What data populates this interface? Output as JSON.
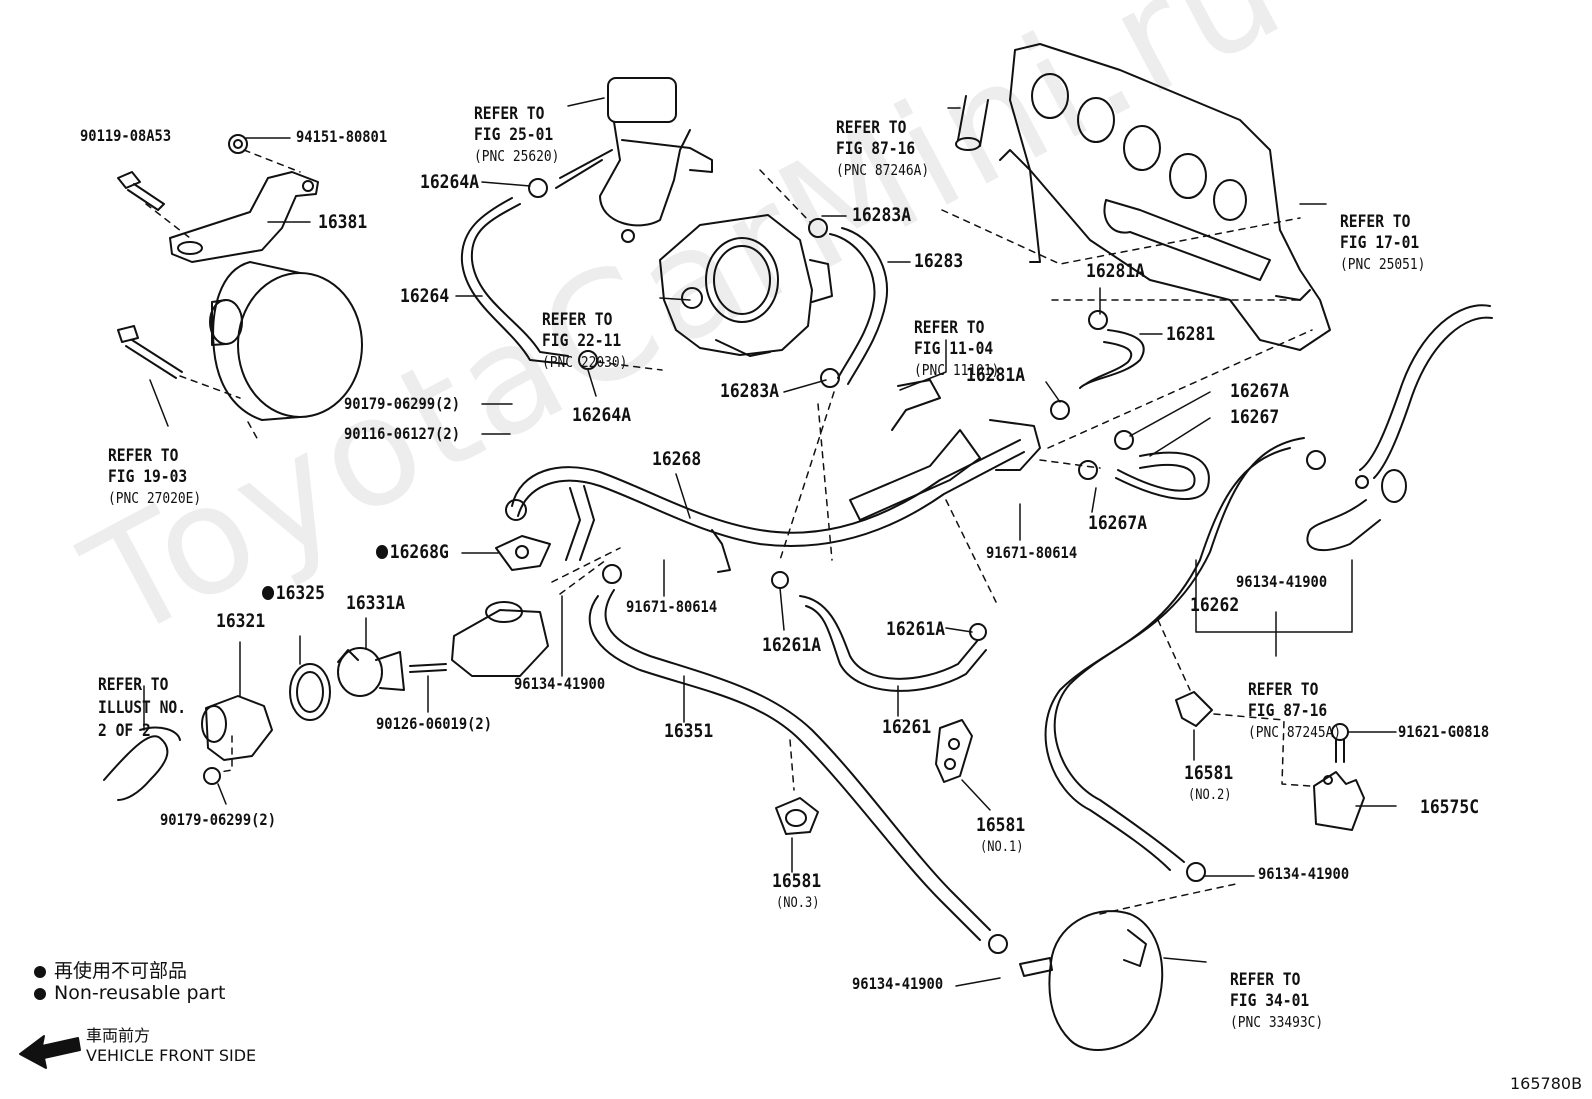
{
  "diagram_id": "165780B",
  "watermark": "ToyotaCarMini.ru",
  "legend": {
    "jp_label": "再使用不可部品",
    "en_label": "Non-reusable part",
    "front_jp": "車両前方",
    "front_en": "VEHICLE FRONT SIDE"
  },
  "refs": {
    "r25": {
      "l1": "REFER TO",
      "l2": "FIG 25-01",
      "l3": "(PNC 25620)"
    },
    "r87a": {
      "l1": "REFER TO",
      "l2": "FIG 87-16",
      "l3": "(PNC 87246A)"
    },
    "r17": {
      "l1": "REFER TO",
      "l2": "FIG 17-01",
      "l3": "(PNC 25051)"
    },
    "r22": {
      "l1": "REFER TO",
      "l2": "FIG 22-11",
      "l3": "(PNC 22030)"
    },
    "r11": {
      "l1": "REFER TO",
      "l2": "FIG 11-04",
      "l3": "(PNC 11101)"
    },
    "r19": {
      "l1": "REFER TO",
      "l2": "FIG 19-03",
      "l3": "(PNC 27020E)"
    },
    "rillust": {
      "l1": "REFER TO",
      "l2": "ILLUST NO.",
      "l3": "2 OF 2"
    },
    "r87b": {
      "l1": "REFER TO",
      "l2": "FIG 87-16",
      "l3": "(PNC 87245A)"
    },
    "r34": {
      "l1": "REFER TO",
      "l2": "FIG 34-01",
      "l3": "(PNC 33493C)"
    }
  },
  "parts": {
    "p90119": "90119-08A53",
    "p94151": "94151-80801",
    "p16381": "16381",
    "p16264A_top": "16264A",
    "p16264": "16264",
    "p16264A_bot": "16264A",
    "p16283A_top": "16283A",
    "p16283": "16283",
    "p16283A_bot": "16283A",
    "p16281A_top": "16281A",
    "p16281": "16281",
    "p16281A_bot": "16281A",
    "p16267A_top": "16267A",
    "p16267": "16267",
    "p16267A_bot": "16267A",
    "p90179_top": "90179-06299(2)",
    "p90116": "90116-06127(2)",
    "p16268": "16268",
    "p16268G": "16268G",
    "p91671_right": "91671-80614",
    "p91671_mid": "91671-80614",
    "p16325": "16325",
    "p16321": "16321",
    "p16331A": "16331A",
    "p96134_left": "96134-41900",
    "p16261A_left": "16261A",
    "p16261A_right": "16261A",
    "p16262": "16262",
    "p96134_right": "96134-41900",
    "p90126": "90126-06019(2)",
    "p16351": "16351",
    "p16261": "16261",
    "p16581_no2": "16581",
    "p16581_no2_note": "(NO.2)",
    "p91621": "91621-G0818",
    "p16575C": "16575C",
    "p90179_bot": "90179-06299(2)",
    "p16581_no1": "16581",
    "p16581_no1_note": "(NO.1)",
    "p16581_no3": "16581",
    "p16581_no3_note": "(NO.3)",
    "p96134_lowright": "96134-41900",
    "p96134_bottom": "96134-41900"
  }
}
